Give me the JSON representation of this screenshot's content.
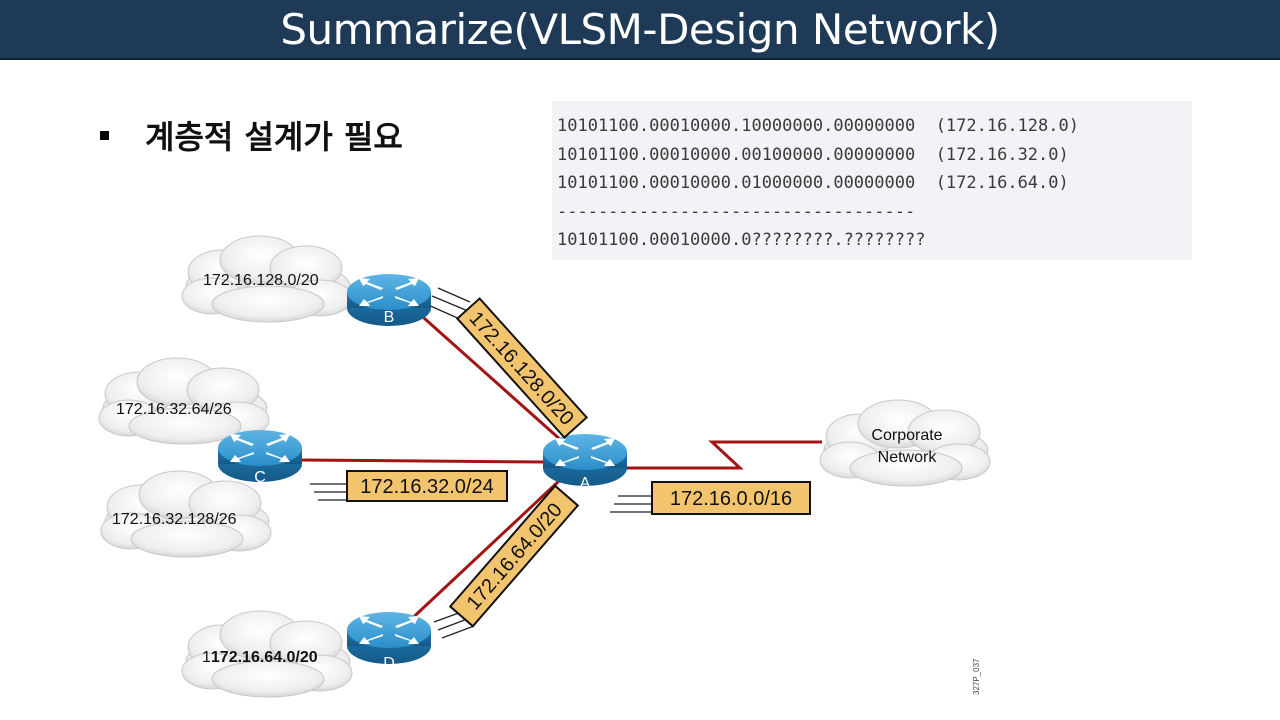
{
  "header": {
    "title": "Summarize(VLSM-Design Network)"
  },
  "bullet": {
    "text": "계층적 설계가 필요"
  },
  "code_box": {
    "lines": [
      "10101100.00010000.10000000.00000000  (172.16.128.0)",
      "10101100.00010000.00100000.00000000  (172.16.32.0)",
      "10101100.00010000.01000000.00000000  (172.16.64.0)",
      "-----------------------------------",
      "10101100.00010000.0????????.????????"
    ]
  },
  "diagram": {
    "clouds": {
      "b": "172.16.128.0/20",
      "c1": "172.16.32.64/26",
      "c2": "172.16.32.128/26",
      "d_prefix": "1",
      "d_bold": "172.16.64.0/20",
      "corp_line1": "Corporate",
      "corp_line2": "Network"
    },
    "routers": {
      "a": "A",
      "b": "B",
      "c": "C",
      "d": "D"
    },
    "routes": {
      "b": "172.16.128.0/20",
      "c": "172.16.32.0/24",
      "d": "172.16.64.0/20",
      "corp": "172.16.0.0/16"
    },
    "figure_id": "327P_037"
  },
  "colors": {
    "title_bar": "#1f3a56",
    "link": "#a31515",
    "route_box": "#f2c46d",
    "router_blue": "#2b8ec9",
    "code_bg": "#f1f3f6"
  }
}
